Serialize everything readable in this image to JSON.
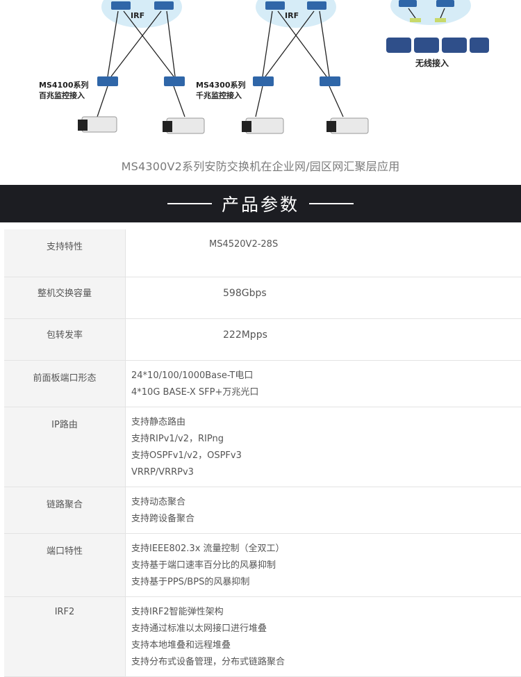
{
  "diagram": {
    "irf_left": "IRF",
    "irf_mid": "IRF",
    "ms4100_name": "MS4100系列",
    "ms4100_desc": "百兆监控接入",
    "ms4300_name": "MS4300系列",
    "ms4300_desc": "千兆监控接入",
    "wireless": "无线接入",
    "caption": "MS4300V2系列安防交换机在企业网/园区网汇聚层应用"
  },
  "banner": {
    "title": "产品参数"
  },
  "spec": {
    "header": {
      "key": "支持特性",
      "value": "MS4520V2-28S"
    },
    "rows": [
      {
        "key": "整机交换容量",
        "lines": [
          "598Gbps"
        ]
      },
      {
        "key": "包转发率",
        "lines": [
          "222Mpps"
        ]
      },
      {
        "key": "前面板端口形态",
        "lines": [
          "24*10/100/1000Base-T电口",
          "4*10G BASE-X SFP+万兆光口"
        ]
      },
      {
        "key": "IP路由",
        "lines": [
          "支持静态路由",
          "支持RIPv1/v2，RIPng",
          "支持OSPFv1/v2，OSPFv3",
          "VRRP/VRRPv3"
        ]
      },
      {
        "key": "链路聚合",
        "lines": [
          "支持动态聚合",
          "支持跨设备聚合"
        ]
      },
      {
        "key": "端口特性",
        "lines": [
          "支持IEEE802.3x 流量控制（全双工）",
          "支持基于端口速率百分比的风暴抑制",
          "支持基于PPS/BPS的风暴抑制"
        ]
      },
      {
        "key": "IRF2",
        "lines": [
          "支持IRF2智能弹性架构",
          "支持通过标准以太网接口进行堆叠",
          "支持本地堆叠和远程堆叠",
          "支持分布式设备管理，分布式链路聚合"
        ]
      }
    ]
  },
  "colors": {
    "banner_bg": "#1c1d22",
    "cloud": "#d6ecf7",
    "switch_blue": "#2f66a8"
  }
}
